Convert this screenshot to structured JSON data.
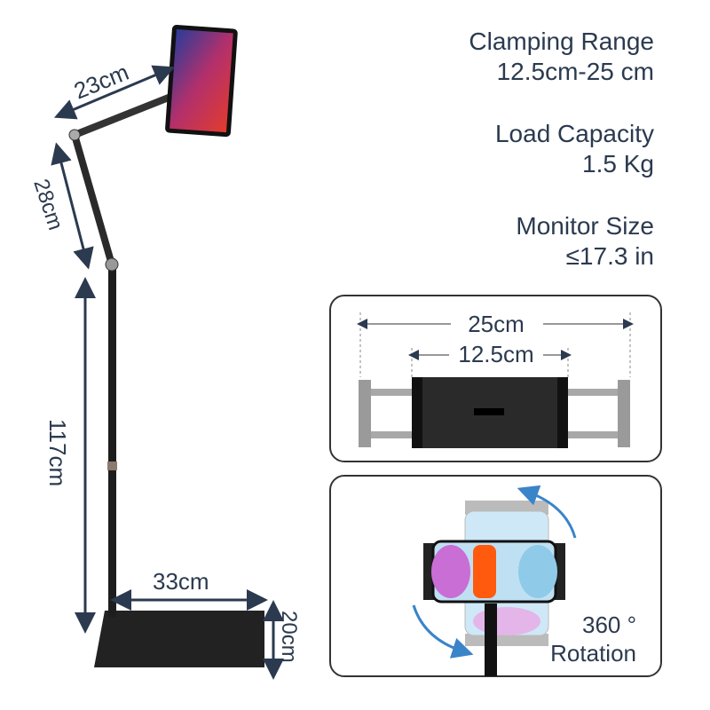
{
  "specs": [
    {
      "label": "Clamping Range",
      "value": "12.5cm-25 cm"
    },
    {
      "label": "Load Capacity",
      "value": "1.5 Kg"
    },
    {
      "label": "Monitor Size",
      "value": "≤17.3 in"
    }
  ],
  "dimensions": {
    "arm_upper": "23cm",
    "arm_lower": "28cm",
    "pole_height": "117cm",
    "base_width": "33cm",
    "base_depth": "20cm"
  },
  "clamp_panel": {
    "max_width": "25cm",
    "min_width": "12.5cm"
  },
  "rotation_panel": {
    "degrees": "360 °",
    "label": "Rotation"
  },
  "colors": {
    "text": "#2b3a4f",
    "arrow": "#3a84c9",
    "dim_line": "#2b3a4f"
  }
}
